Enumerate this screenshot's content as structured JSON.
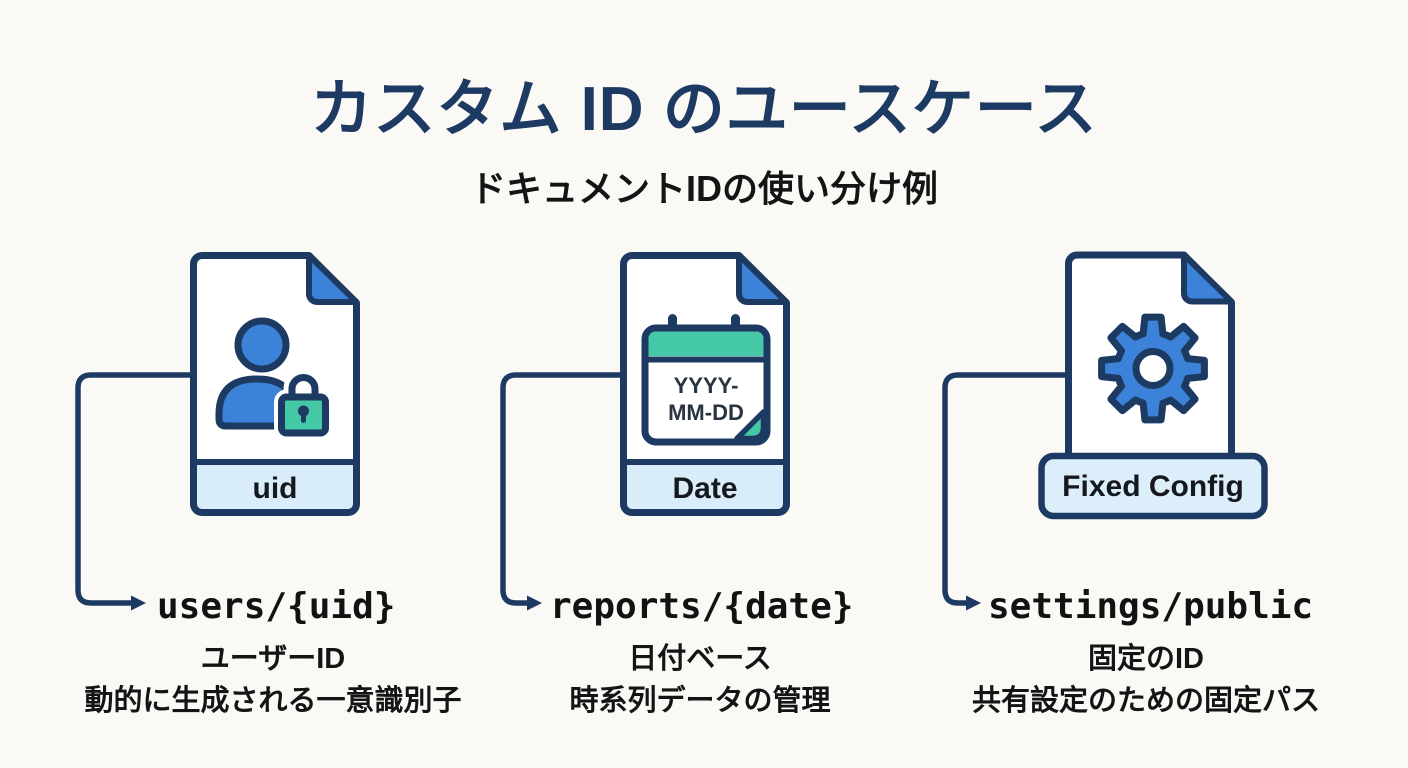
{
  "title": "カスタム ID のユースケース",
  "subtitle": "ドキュメントIDの使い分け例",
  "colors": {
    "navy": "#1d3a63",
    "blue": "#3b82d8",
    "teal": "#45c8a5",
    "band_light_blue": "#d9ecf9",
    "badge_light_blue": "#ddeefb",
    "text_dark": "#141414",
    "background": "#faf9f6"
  },
  "cards": [
    {
      "icon": "user-lock-document-icon",
      "id_label": "uid",
      "path": "users/{uid}",
      "desc_line1": "ユーザーID",
      "desc_line2": "動的に生成される一意識別子"
    },
    {
      "icon": "calendar-document-icon",
      "id_label": "Date",
      "calendar_line1": "YYYY-",
      "calendar_line2": "MM-DD",
      "path": "reports/{date}",
      "desc_line1": "日付ベース",
      "desc_line2": "時系列データの管理"
    },
    {
      "icon": "gear-document-icon",
      "id_label": "Fixed Config",
      "path": "settings/public",
      "desc_line1": "固定のID",
      "desc_line2": "共有設定のための固定パス"
    }
  ]
}
